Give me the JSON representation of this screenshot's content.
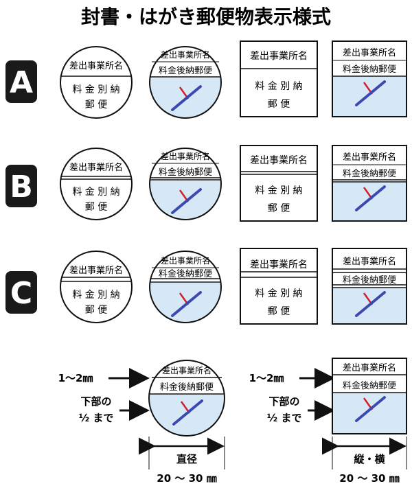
{
  "title": "封書・はがき郵便物表示様式",
  "rows": [
    {
      "label": "A"
    },
    {
      "label": "B"
    },
    {
      "label": "C"
    }
  ],
  "stamp": {
    "sender": "差出事業所名",
    "after_payment": "料金後納郵便",
    "separate_line1": "料 金 別 納",
    "separate_line2": "郵 便"
  },
  "dimensions": {
    "line_width": "1～2㎜",
    "lower_part_line1": "下部の",
    "lower_part_line2": "½ まで",
    "circle_label": "直径",
    "square_label": "縦・横",
    "size_range": "20 ～ 30 ㎜"
  },
  "colors": {
    "fill_blue": "#d6e8f6",
    "badge_black": "#1a1a1a",
    "pen_blue": "#3b49b0",
    "pen_red": "#d01f2b"
  }
}
